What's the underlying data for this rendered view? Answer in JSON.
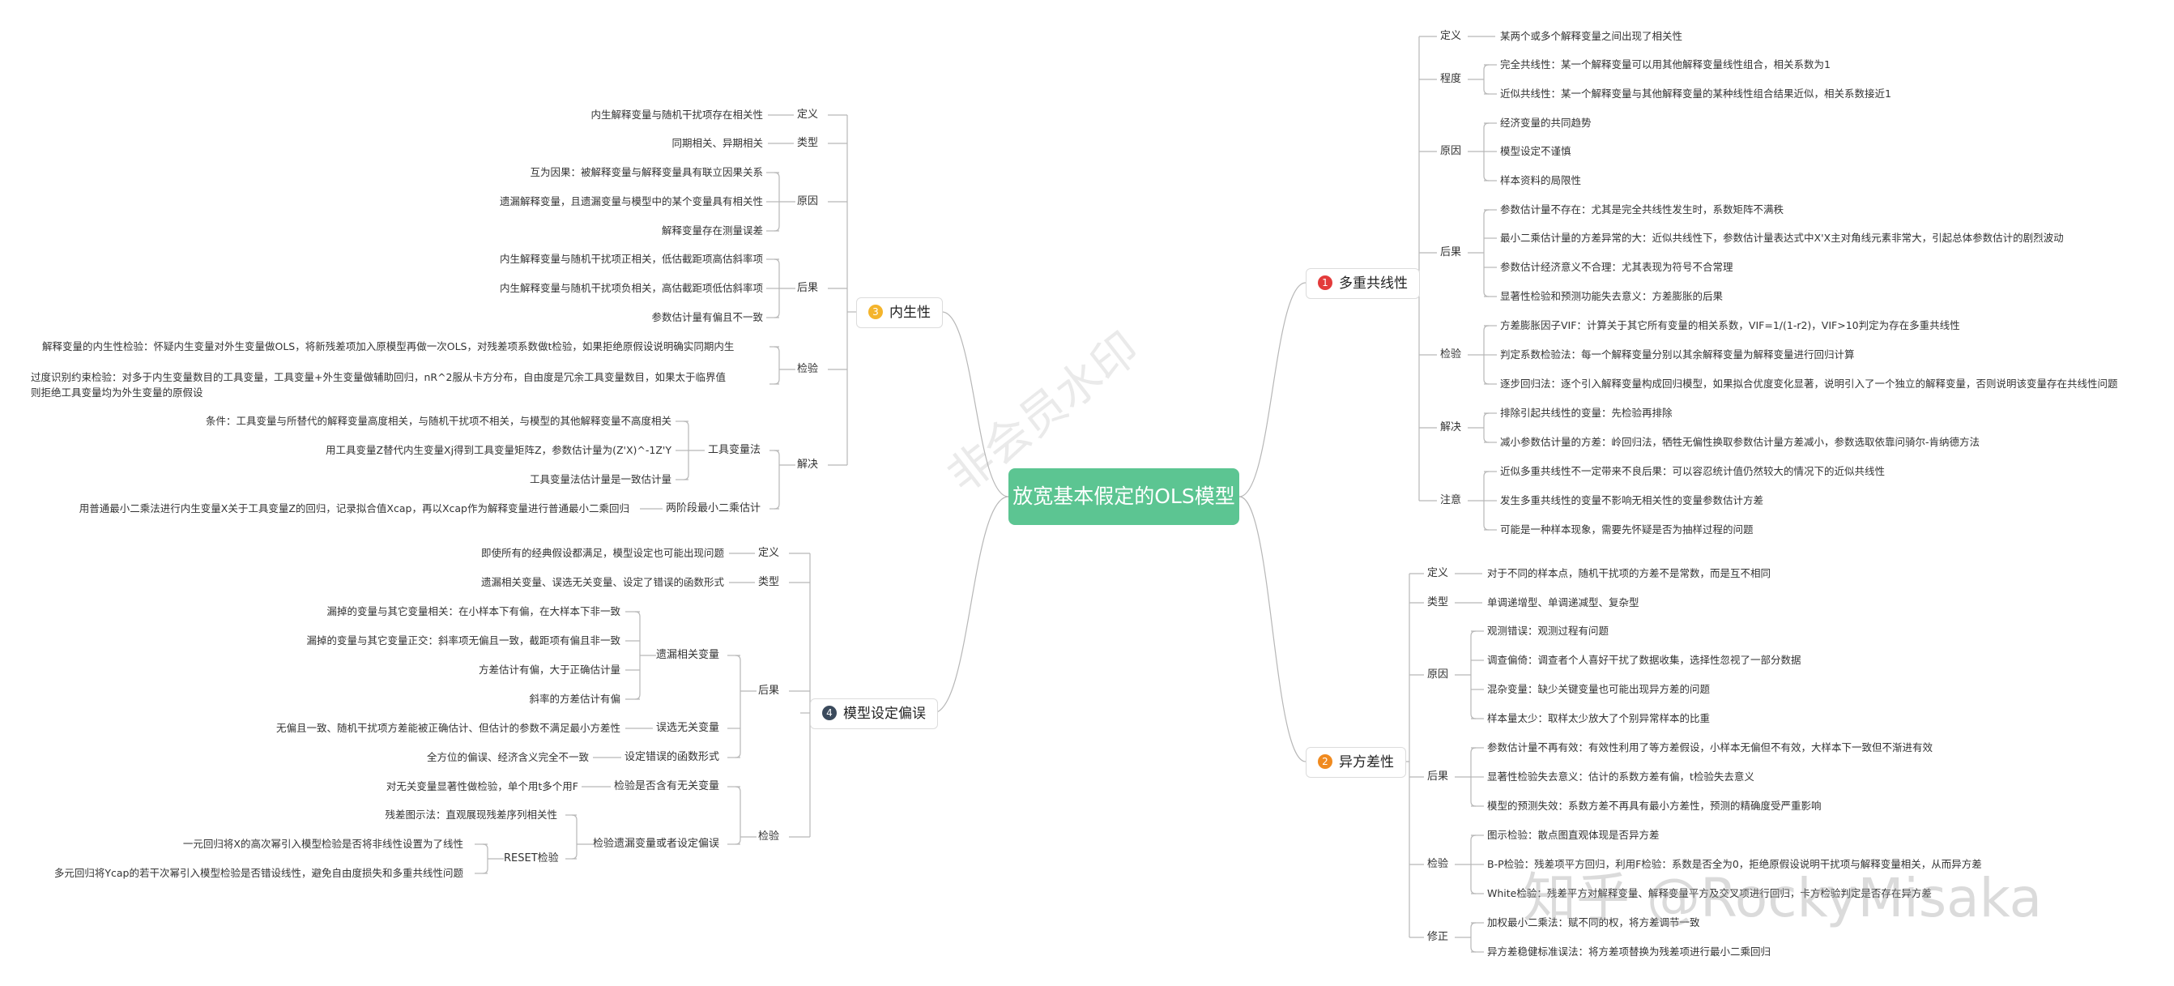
{
  "root": "放宽基本假定的OLS模型",
  "colors": {
    "n1": "#e33b3b",
    "n2": "#f08a1f",
    "n3": "#f4b42b",
    "n4": "#3b4a5c",
    "root": "#5cc592"
  },
  "branches": {
    "b1": {
      "num": "1",
      "label": "多重共线性",
      "dingyi": "定义",
      "dingyi_t": "某两个或多个解释变量之间出现了相关性",
      "chengdu": "程度",
      "chengdu_1": "完全共线性：某一个解释变量可以用其他解释变量线性组合，相关系数为1",
      "chengdu_2": "近似共线性：某一个解释变量与其他解释变量的某种线性组合结果近似，相关系数接近1",
      "yuanyin": "原因",
      "yuanyin_1": "经济变量的共同趋势",
      "yuanyin_2": "模型设定不谨慎",
      "yuanyin_3": "样本资料的局限性",
      "houguo": "后果",
      "houguo_1": "参数估计量不存在：尤其是完全共线性发生时，系数矩阵不满秩",
      "houguo_2": "最小二乘估计量的方差异常的大：近似共线性下，参数估计量表达式中X'X主对角线元素非常大，引起总体参数估计的剧烈波动",
      "houguo_3": "参数估计经济意义不合理：尤其表现为符号不合常理",
      "houguo_4": "显著性检验和预测功能失去意义：方差膨胀的后果",
      "jianyan": "检验",
      "jianyan_1": "方差膨胀因子VIF：计算关于其它所有变量的相关系数，VIF=1/(1-r2)，VIF>10判定为存在多重共线性",
      "jianyan_2": "判定系数检验法：每一个解释变量分别以其余解释变量为解释变量进行回归计算",
      "jianyan_3": "逐步回归法：逐个引入解释变量构成回归模型，如果拟合优度变化显著，说明引入了一个独立的解释变量，否则说明该变量存在共线性问题",
      "jiejue": "解决",
      "jiejue_1": "排除引起共线性的变量：先检验再排除",
      "jiejue_2": "减小参数估计量的方差：岭回归法，牺牲无偏性换取参数估计量方差减小，参数选取依靠问骑尔-肯纳德方法",
      "zhuyi": "注意",
      "zhuyi_1": "近似多重共线性不一定带来不良后果：可以容忍统计值仍然较大的情况下的近似共线性",
      "zhuyi_2": "发生多重共线性的变量不影响无相关性的变量参数估计方差",
      "zhuyi_3": "可能是一种样本现象，需要先怀疑是否为抽样过程的问题"
    },
    "b2": {
      "num": "2",
      "label": "异方差性",
      "dingyi": "定义",
      "dingyi_t": "对于不同的样本点，随机干扰项的方差不是常数，而是互不相同",
      "leixing": "类型",
      "leixing_t": "单调递增型、单调递减型、复杂型",
      "yuanyin": "原因",
      "yuanyin_1": "观测错误：观测过程有问题",
      "yuanyin_2": "调查偏倚：调查者个人喜好干扰了数据收集，选择性忽视了一部分数据",
      "yuanyin_3": "混杂变量：缺少关键变量也可能出现异方差的问题",
      "yuanyin_4": "样本量太少：取样太少放大了个别异常样本的比重",
      "houguo": "后果",
      "houguo_1": "参数估计量不再有效：有效性利用了等方差假设，小样本无偏但不有效，大样本下一致但不渐进有效",
      "houguo_2": "显著性检验失去意义：估计的系数方差有偏，t检验失去意义",
      "houguo_3": "模型的预测失效：系数方差不再具有最小方差性，预测的精确度受严重影响",
      "jianyan": "检验",
      "jianyan_1": "图示检验：散点图直观体现是否异方差",
      "jianyan_2": "B-P检验：残差项平方回归，利用F检验：系数是否全为0，拒绝原假设说明干扰项与解释变量相关，从而异方差",
      "jianyan_3": "White检验：残差平方对解释变量、解释变量平方及交叉项进行回归，卡方检验判定是否存在异方差",
      "xiuzheng": "修正",
      "xiuzheng_1": "加权最小二乘法：赋不同的权，将方差调节一致",
      "xiuzheng_2": "异方差稳健标准误法：将方差项替换为残差项进行最小二乘回归"
    },
    "b3": {
      "num": "3",
      "label": "内生性",
      "dingyi": "定义",
      "dingyi_t": "内生解释变量与随机干扰项存在相关性",
      "leixing": "类型",
      "leixing_t": "同期相关、异期相关",
      "yuanyin": "原因",
      "yuanyin_1": "互为因果：被解释变量与解释变量具有联立因果关系",
      "yuanyin_2": "遗漏解释变量，且遗漏变量与模型中的某个变量具有相关性",
      "yuanyin_3": "解释变量存在测量误差",
      "houguo": "后果",
      "houguo_1": "内生解释变量与随机干扰项正相关，低估截距项高估斜率项",
      "houguo_2": "内生解释变量与随机干扰项负相关，高估截距项低估斜率项",
      "houguo_3": "参数估计量有偏且不一致",
      "jianyan": "检验",
      "jianyan_1": "解释变量的内生性检验：怀疑内生变量对外生变量做OLS，将新残差项加入原模型再做一次OLS，对残差项系数做t检验，如果拒绝原假设说明确实同期内生",
      "jianyan_2a": "过度识别约束检验：对多于内生变量数目的工具变量，工具变量+外生变量做辅助回归，nR^2服从卡方分布，自由度是冗余工具变量数目，如果太于临界值",
      "jianyan_2b": "则拒绝工具变量均为外生变量的原假设",
      "jiejue": "解决",
      "gjbl": "工具变量法",
      "gjbl_1": "条件：工具变量与所替代的解释变量高度相关，与随机干扰项不相关，与模型的其他解释变量不高度相关",
      "gjbl_2": "用工具变量Z替代内生变量Xj得到工具变量矩阵Z，参数估计量为(Z'X)^-1Z'Y",
      "gjbl_3": "工具变量法估计量是一致估计量",
      "ljd": "两阶段最小二乘估计",
      "ljd_1": "用普通最小二乘法进行内生变量X关于工具变量Z的回归，记录拟合值Xcap，再以Xcap作为解释变量进行普通最小二乘回归"
    },
    "b4": {
      "num": "4",
      "label": "模型设定偏误",
      "dingyi": "定义",
      "dingyi_t": "即使所有的经典假设都满足，模型设定也可能出现问题",
      "leixing": "类型",
      "leixing_t": "遗漏相关变量、误选无关变量、设定了错误的函数形式",
      "houguo": "后果",
      "yl": "遗漏相关变量",
      "yl_1": "漏掉的变量与其它变量相关：在小样本下有偏，在大样本下非一致",
      "yl_2": "漏掉的变量与其它变量正交：斜率项无偏且一致，截距项有偏且非一致",
      "yl_3": "方差估计有偏，大于正确估计量",
      "yl_4": "斜率的方差估计有偏",
      "wx": "误选无关变量",
      "wx_1": "无偏且一致、随机干扰项方差能被正确估计、但估计的参数不满足最小方差性",
      "cw": "设定错误的函数形式",
      "cw_1": "全方位的偏误、经济含义完全不一致",
      "jianyan": "检验",
      "wg": "检验是否含有无关变量",
      "wg_1": "对无关变量显著性做检验，单个用t多个用F",
      "yl2": "检验遗漏变量或者设定偏误",
      "yl2_1": "残差图示法：直观展现残差序列相关性",
      "reset": "RESET检验",
      "reset_1": "一元回归将X的高次幂引入模型检验是否将非线性设置为了线性",
      "reset_2": "多元回归将Ycap的若干次幂引入模型检验是否错设线性，避免自由度损失和多重共线性问题"
    }
  },
  "watermark": {
    "center": "非会员水印",
    "zhihu": "知乎 @RockyMisaka"
  }
}
